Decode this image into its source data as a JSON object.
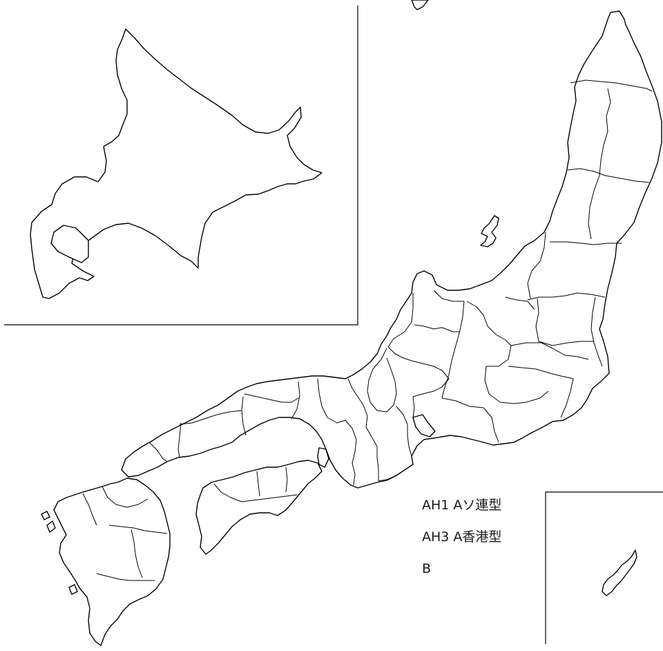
{
  "legend": {
    "items": [
      {
        "label": "AH1 Aソ連型"
      },
      {
        "label": "AH3 A香港型"
      },
      {
        "label": "B"
      }
    ]
  },
  "colors": {
    "line": "#000000",
    "background": "#ffffff",
    "text": "#1a1a1a"
  }
}
